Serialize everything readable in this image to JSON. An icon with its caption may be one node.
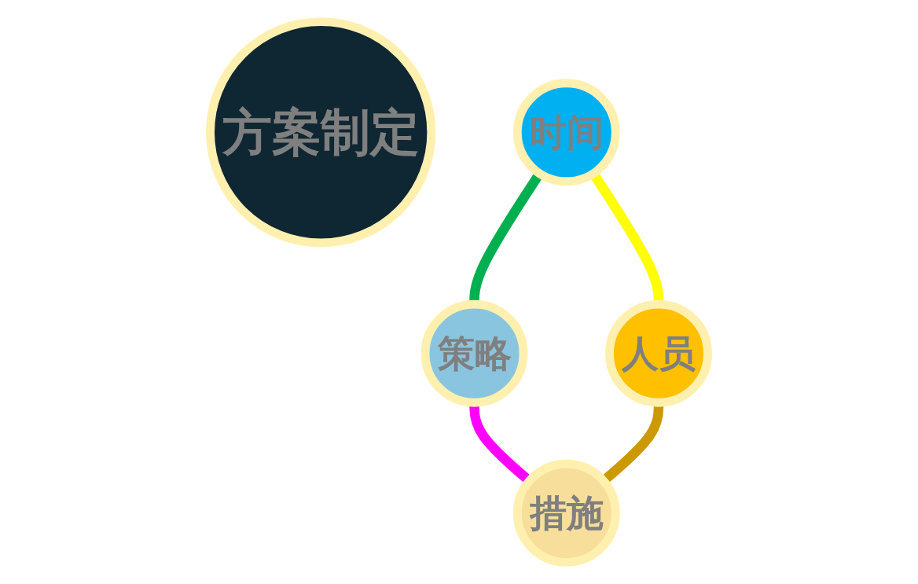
{
  "diagram": {
    "nodes": [
      {
        "text": [
          "时间"
        ]
      },
      {
        "text": [
          "人员"
        ]
      },
      {
        "text": [
          "方案制定"
        ]
      },
      {
        "text": [
          "策略"
        ]
      },
      {
        "text": [
          "措施"
        ]
      }
    ],
    "edges": [
      {
        "from": 0,
        "to": 1,
        "arrow": "none",
        "color": "#ffff00"
      },
      {
        "from": 0,
        "to": 3,
        "arrow": "none",
        "color": "#00b050"
      },
      {
        "from": 3,
        "to": 4,
        "arrow": "none",
        "color": "#ff00ff"
      },
      {
        "from": 1,
        "to": 4,
        "arrow": "none",
        "color": "#cc9900"
      }
    ]
  }
}
